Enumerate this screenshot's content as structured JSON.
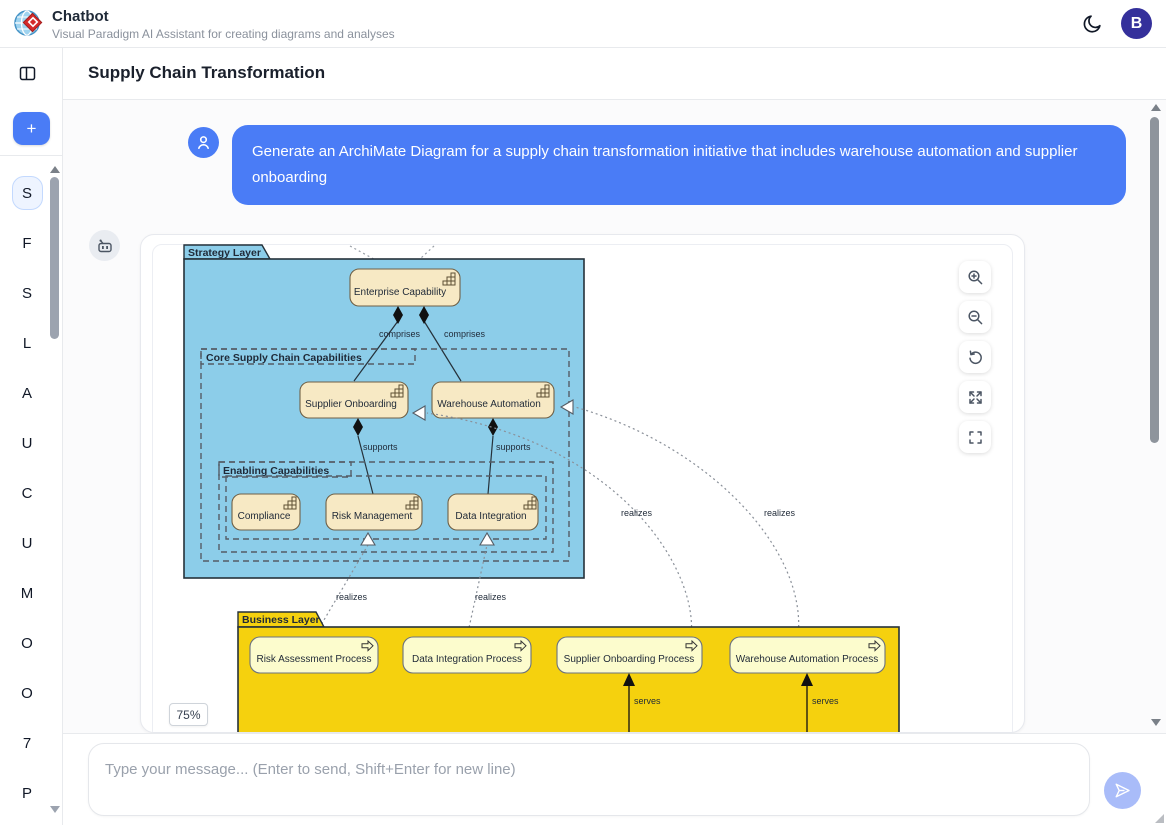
{
  "header": {
    "app_title": "Chatbot",
    "app_subtitle": "Visual Paradigm AI Assistant for creating diagrams and analyses",
    "avatar_initial": "B"
  },
  "page": {
    "title": "Supply Chain Transformation"
  },
  "sidebar": {
    "new_chat_label": "+",
    "items": [
      {
        "label": "S",
        "active": true
      },
      {
        "label": "F"
      },
      {
        "label": "S"
      },
      {
        "label": "L"
      },
      {
        "label": "A"
      },
      {
        "label": "U"
      },
      {
        "label": "C"
      },
      {
        "label": "U"
      },
      {
        "label": "M"
      },
      {
        "label": "O"
      },
      {
        "label": "O"
      },
      {
        "label": "7"
      },
      {
        "label": "P"
      }
    ]
  },
  "chat": {
    "user_message": "Generate an ArchiMate Diagram for a supply chain transformation initiative that includes warehouse automation and supplier onboarding",
    "diagram_zoom_level": "75%"
  },
  "composer": {
    "placeholder": "Type your message... (Enter to send, Shift+Enter for new line)"
  },
  "diagram": {
    "strategy_layer": {
      "label": "Strategy Layer",
      "enterprise_capability": "Enterprise Capability",
      "core_group_label": "Core Supply Chain Capabilities",
      "core_capabilities": [
        "Supplier Onboarding",
        "Warehouse Automation"
      ],
      "enabling_group_label": "Enabling Capabilities",
      "enabling_capabilities": [
        "Compliance",
        "Risk Management",
        "Data Integration"
      ]
    },
    "business_layer": {
      "label": "Business Layer",
      "processes": [
        "Risk Assessment Process",
        "Data Integration Process",
        "Supplier Onboarding Process",
        "Warehouse Automation Process"
      ]
    },
    "relation_labels": {
      "comprises": "comprises",
      "supports": "supports",
      "realizes": "realizes",
      "serves": "serves"
    }
  },
  "colors": {
    "accent": "#4a7cf6",
    "profile_avatar": "#34309b",
    "strategy_layer_fill": "#8ccde9",
    "business_layer_fill": "#f5d10e",
    "capability_fill": "#f7e9c4",
    "process_fill": "#fcfccd"
  }
}
